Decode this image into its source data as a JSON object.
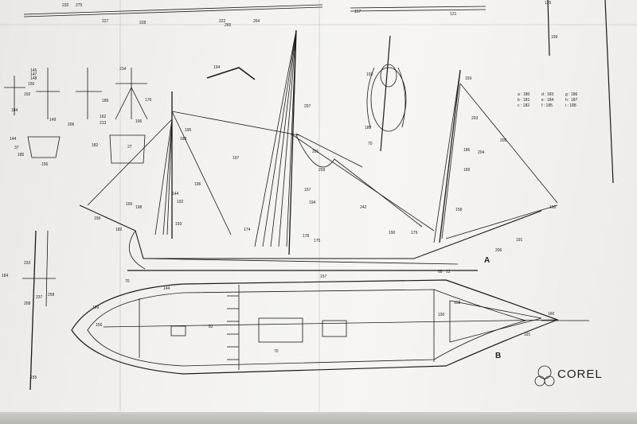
{
  "sheet": {
    "brand": "COREL",
    "view_labels": [
      "A",
      "B"
    ],
    "part_numbers_top": [
      "232",
      "275",
      "227",
      "228",
      "222",
      "265",
      "264",
      "157",
      "121",
      "125",
      "199"
    ],
    "part_numbers_left": [
      "145",
      "147",
      "148",
      "150",
      "152",
      "149",
      "184",
      "189",
      "214",
      "206",
      "162",
      "213",
      "176",
      "182",
      "196",
      "144",
      "37",
      "185",
      "156",
      "27",
      "233",
      "208",
      "237",
      "258",
      "155",
      "184"
    ],
    "part_numbers_main": [
      "195",
      "183",
      "197",
      "207",
      "201",
      "203",
      "205",
      "204",
      "186",
      "189",
      "209",
      "157",
      "194",
      "242",
      "198",
      "158",
      "160",
      "196",
      "192",
      "193",
      "174",
      "178",
      "175",
      "190",
      "179",
      "191",
      "206",
      "68",
      "12",
      "70",
      "199",
      "156",
      "144",
      "182"
    ],
    "part_numbers_plan": [
      "157",
      "144",
      "199",
      "156",
      "82",
      "70",
      "158",
      "190",
      "160",
      "191"
    ],
    "legend": [
      [
        "a : 180",
        "d : 183",
        "g : 186"
      ],
      [
        "b : 181",
        "e : 184",
        "h : 187"
      ],
      [
        "c : 182",
        "f : 185",
        "i : 188"
      ]
    ],
    "part_numbers_detail": [
      "194",
      "193",
      "189",
      "70",
      "159"
    ]
  }
}
